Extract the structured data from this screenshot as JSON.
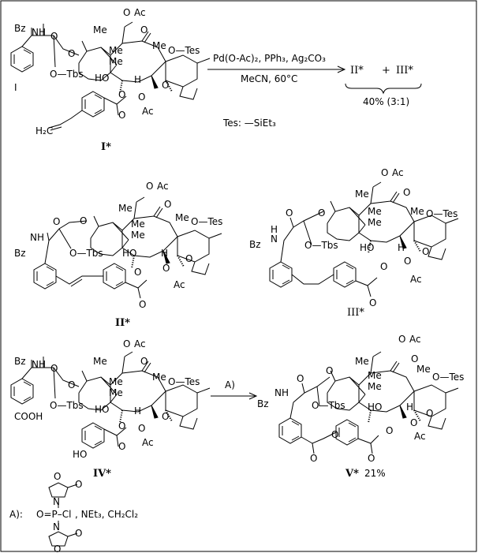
{
  "reaction1": {
    "conditions_top": "Pd(O-Ac)₂, PPh₃, Ag₂CO₃",
    "conditions_bottom": "MeCN,  60°C",
    "product_a": "II*",
    "plus": "+",
    "product_b": "III*",
    "yield": "40% (3:1)",
    "tes_def": "Tes: —SiEt₃"
  },
  "compounds": {
    "c1": "I*",
    "c2": "II*",
    "c3": "III*",
    "c4": "IV*",
    "c5": "V*",
    "c5_yield": "21%"
  },
  "reaction2": {
    "arrow_label": "A)",
    "reagent_label": "A):",
    "reagent_formula": "O=P–Cl",
    "reagent_extra": ",  NEt₃, CH₂Cl₂"
  },
  "atoms": {
    "bz": "Bz",
    "nh": "NH",
    "nh_rev": "N",
    "h": "H",
    "o": "O",
    "me": "Me",
    "ho": "HO",
    "oac": "O",
    "ac": "Ac",
    "otes": "O—Tes",
    "otbs": "O—Tbs",
    "i": "I",
    "cooh": "COOH",
    "h2c": "H₂C",
    "n": "N",
    "p": "P",
    "cl": "Cl"
  }
}
